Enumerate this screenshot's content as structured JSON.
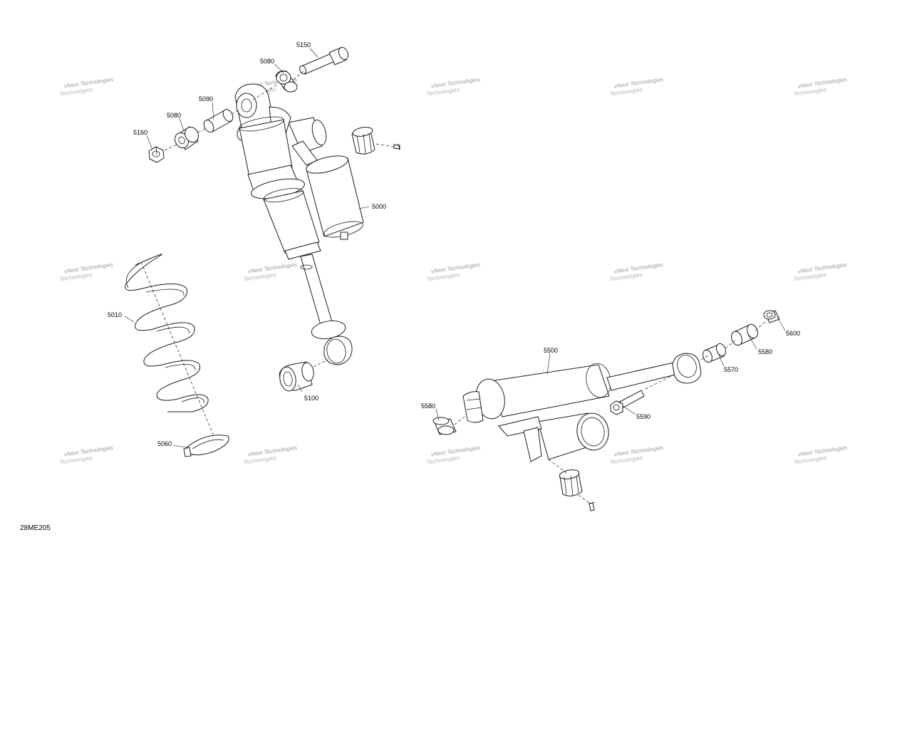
{
  "figure_id": "28ME205",
  "watermark": {
    "line1": "vNext Technologies",
    "line2": "Technologies"
  },
  "callouts": [
    {
      "id": "c5150",
      "label": "5150"
    },
    {
      "id": "c5080a",
      "label": "5080"
    },
    {
      "id": "c5090",
      "label": "5090"
    },
    {
      "id": "c5080b",
      "label": "5080"
    },
    {
      "id": "c5160",
      "label": "5160"
    },
    {
      "id": "c5000",
      "label": "5000"
    },
    {
      "id": "c5010",
      "label": "5010"
    },
    {
      "id": "c5100",
      "label": "5100"
    },
    {
      "id": "c5060",
      "label": "5060"
    },
    {
      "id": "c5500",
      "label": "5500"
    },
    {
      "id": "c5600",
      "label": "5600"
    },
    {
      "id": "c5580a",
      "label": "5580"
    },
    {
      "id": "c5570",
      "label": "5570"
    },
    {
      "id": "c5580b",
      "label": "5580"
    },
    {
      "id": "c5590",
      "label": "5590"
    }
  ],
  "colors": {
    "line": "#1c1c1c",
    "background": "#ffffff",
    "watermark": "#9a9a9a"
  }
}
